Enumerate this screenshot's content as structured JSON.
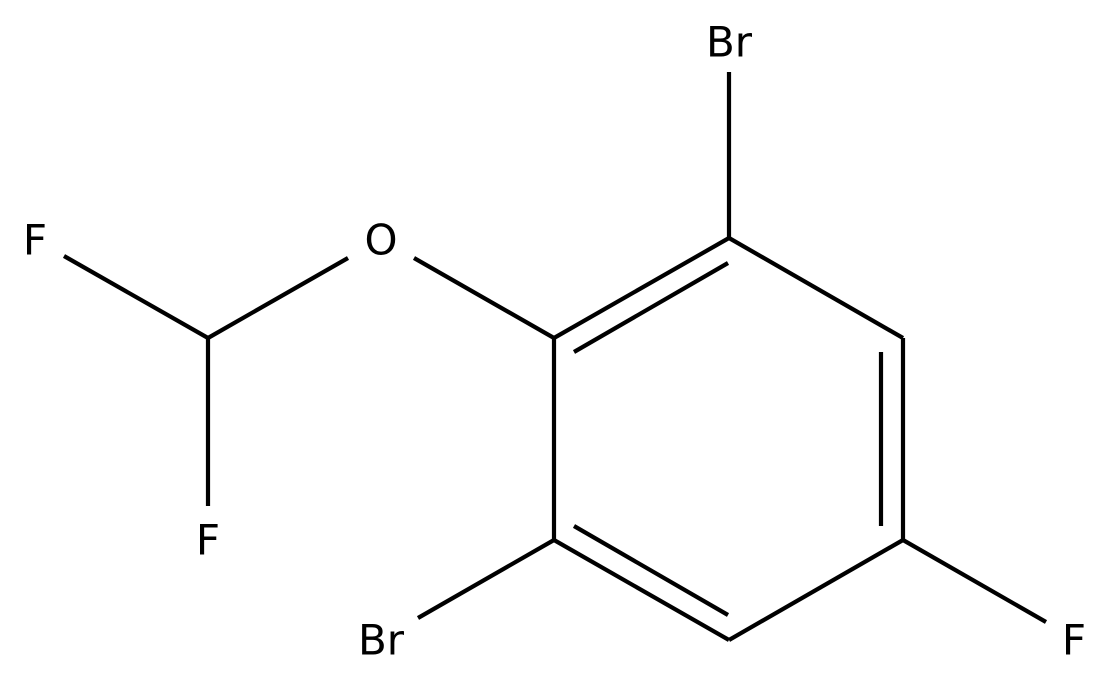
{
  "molecule": {
    "atoms": {
      "br_top": "Br",
      "br_bottom": "Br",
      "oxygen": "O",
      "fluorine_upper": "F",
      "fluorine_lower": "F",
      "fluorine_ring": "F"
    },
    "colors": {
      "bond": "#000000",
      "label": "#000000",
      "background": "#ffffff"
    }
  }
}
